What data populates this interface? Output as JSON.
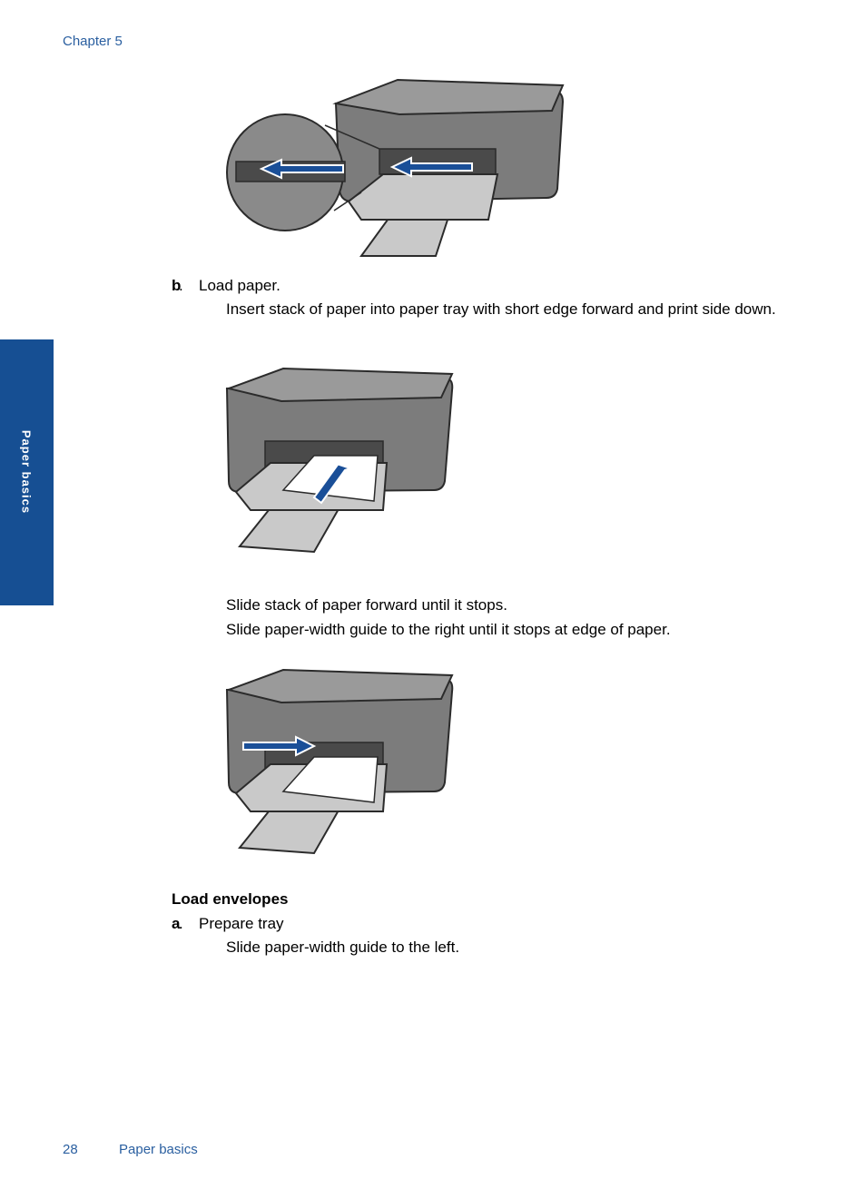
{
  "header": {
    "chapter": "Chapter 5"
  },
  "side_tab": {
    "label": "Paper basics"
  },
  "step_b": {
    "letter": "b",
    "title": "Load paper.",
    "instruction": "Insert stack of paper into paper tray with short edge forward and print side down."
  },
  "notes": {
    "slide_stack": "Slide stack of paper forward until it stops.",
    "slide_guide": "Slide paper-width guide to the right until it stops at edge of paper."
  },
  "envelopes": {
    "heading": "Load envelopes",
    "step_a_letter": "a",
    "step_a_title": "Prepare tray",
    "step_a_text": "Slide paper-width guide to the left."
  },
  "footer": {
    "page_number": "28",
    "section": "Paper basics"
  },
  "colors": {
    "accent": "#164f93",
    "link_text": "#2a5fa0",
    "arrow": "#1a4f98"
  }
}
